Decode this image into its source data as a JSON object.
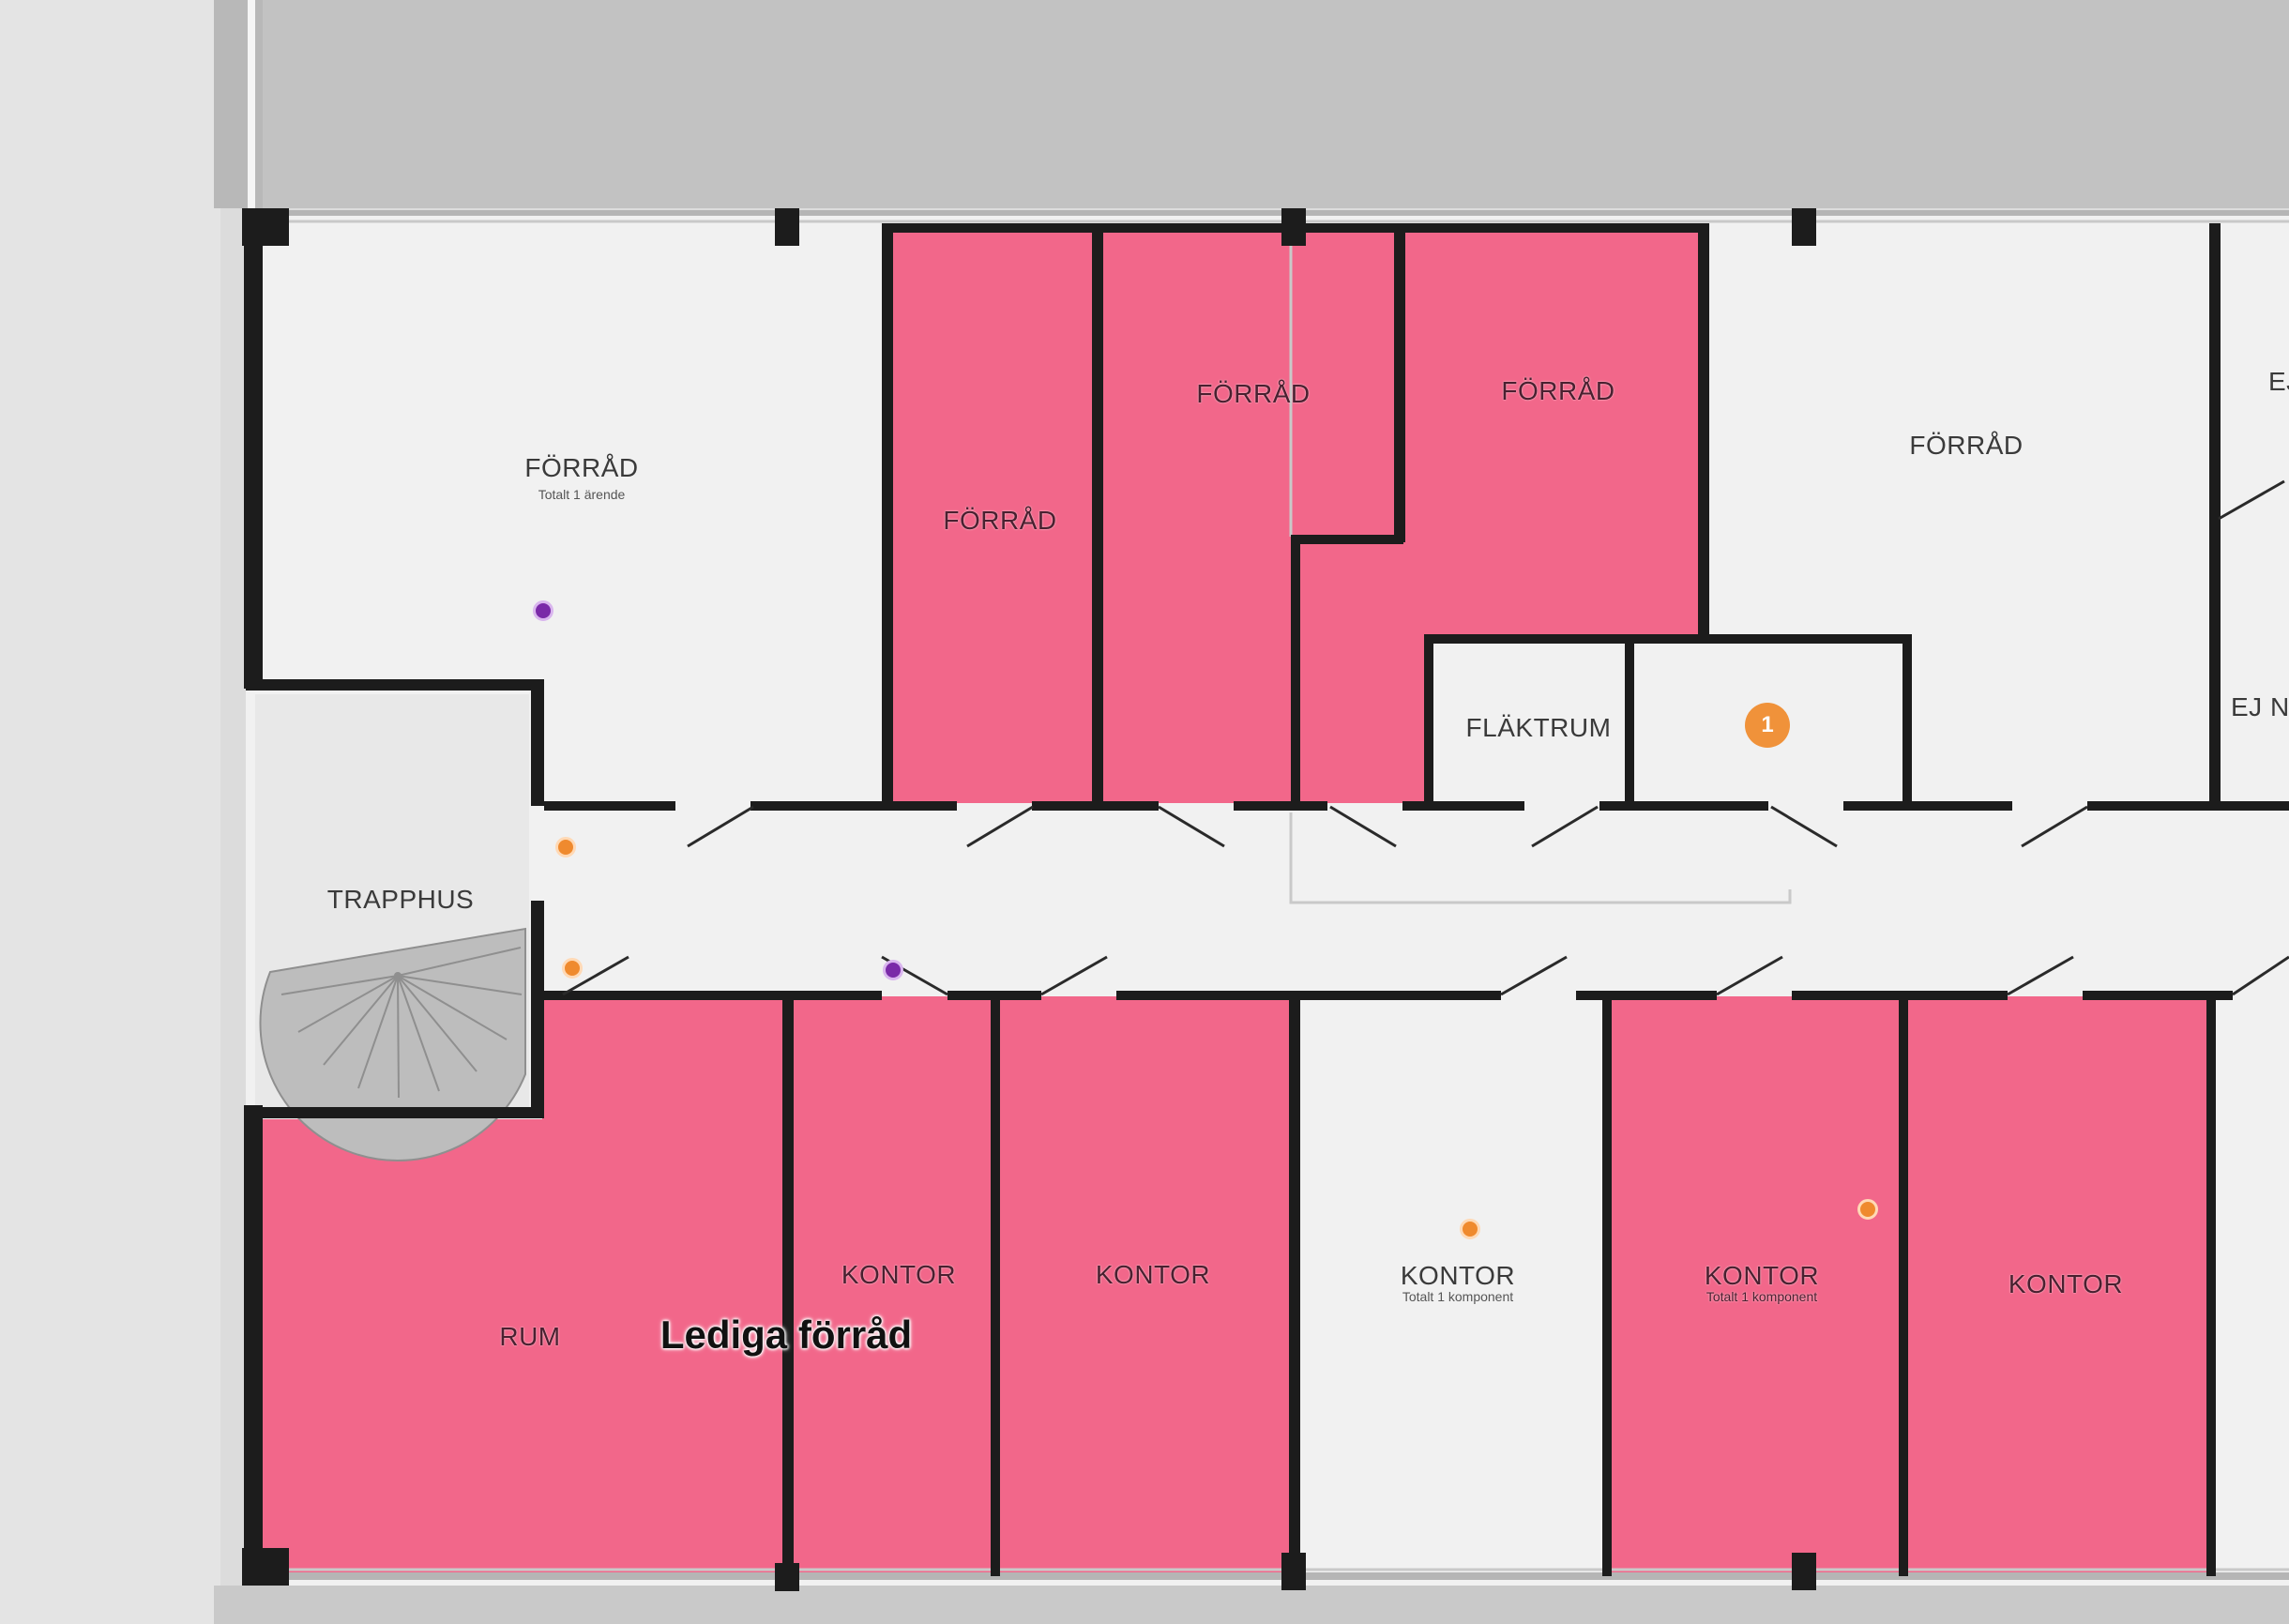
{
  "map": {
    "colors": {
      "available": "#f2678a",
      "room": "#f1f1f1",
      "wall": "#1c1c1c",
      "outside": "#d9d9d9",
      "roof": "#c2c2c2",
      "marker_orange": "#ef8a2e",
      "marker_purple": "#7a2aa8"
    },
    "overlay_label": "Lediga förråd",
    "rooms": {
      "forrad_nw": {
        "name": "FÖRRÅD",
        "sub": "Totalt 1 ärende"
      },
      "forrad_2": {
        "name": "FÖRRÅD"
      },
      "forrad_3": {
        "name": "FÖRRÅD"
      },
      "forrad_4": {
        "name": "FÖRRÅD"
      },
      "forrad_ne": {
        "name": "FÖRRÅD"
      },
      "flaktrum": {
        "name": "FLÄKTRUM"
      },
      "trapphus": {
        "name": "TRAPPHUS"
      },
      "rum": {
        "name": "RUM"
      },
      "kontor_1": {
        "name": "KONTOR"
      },
      "kontor_2": {
        "name": "KONTOR"
      },
      "kontor_3": {
        "name": "KONTOR",
        "sub": "Totalt 1 komponent"
      },
      "kontor_4": {
        "name": "KONTOR",
        "sub": "Totalt 1 komponent"
      },
      "kontor_5": {
        "name": "KONTOR"
      },
      "ej_top": {
        "name": "EJ"
      },
      "ej_n": {
        "name": "EJ N"
      }
    },
    "cluster_count": "1"
  }
}
